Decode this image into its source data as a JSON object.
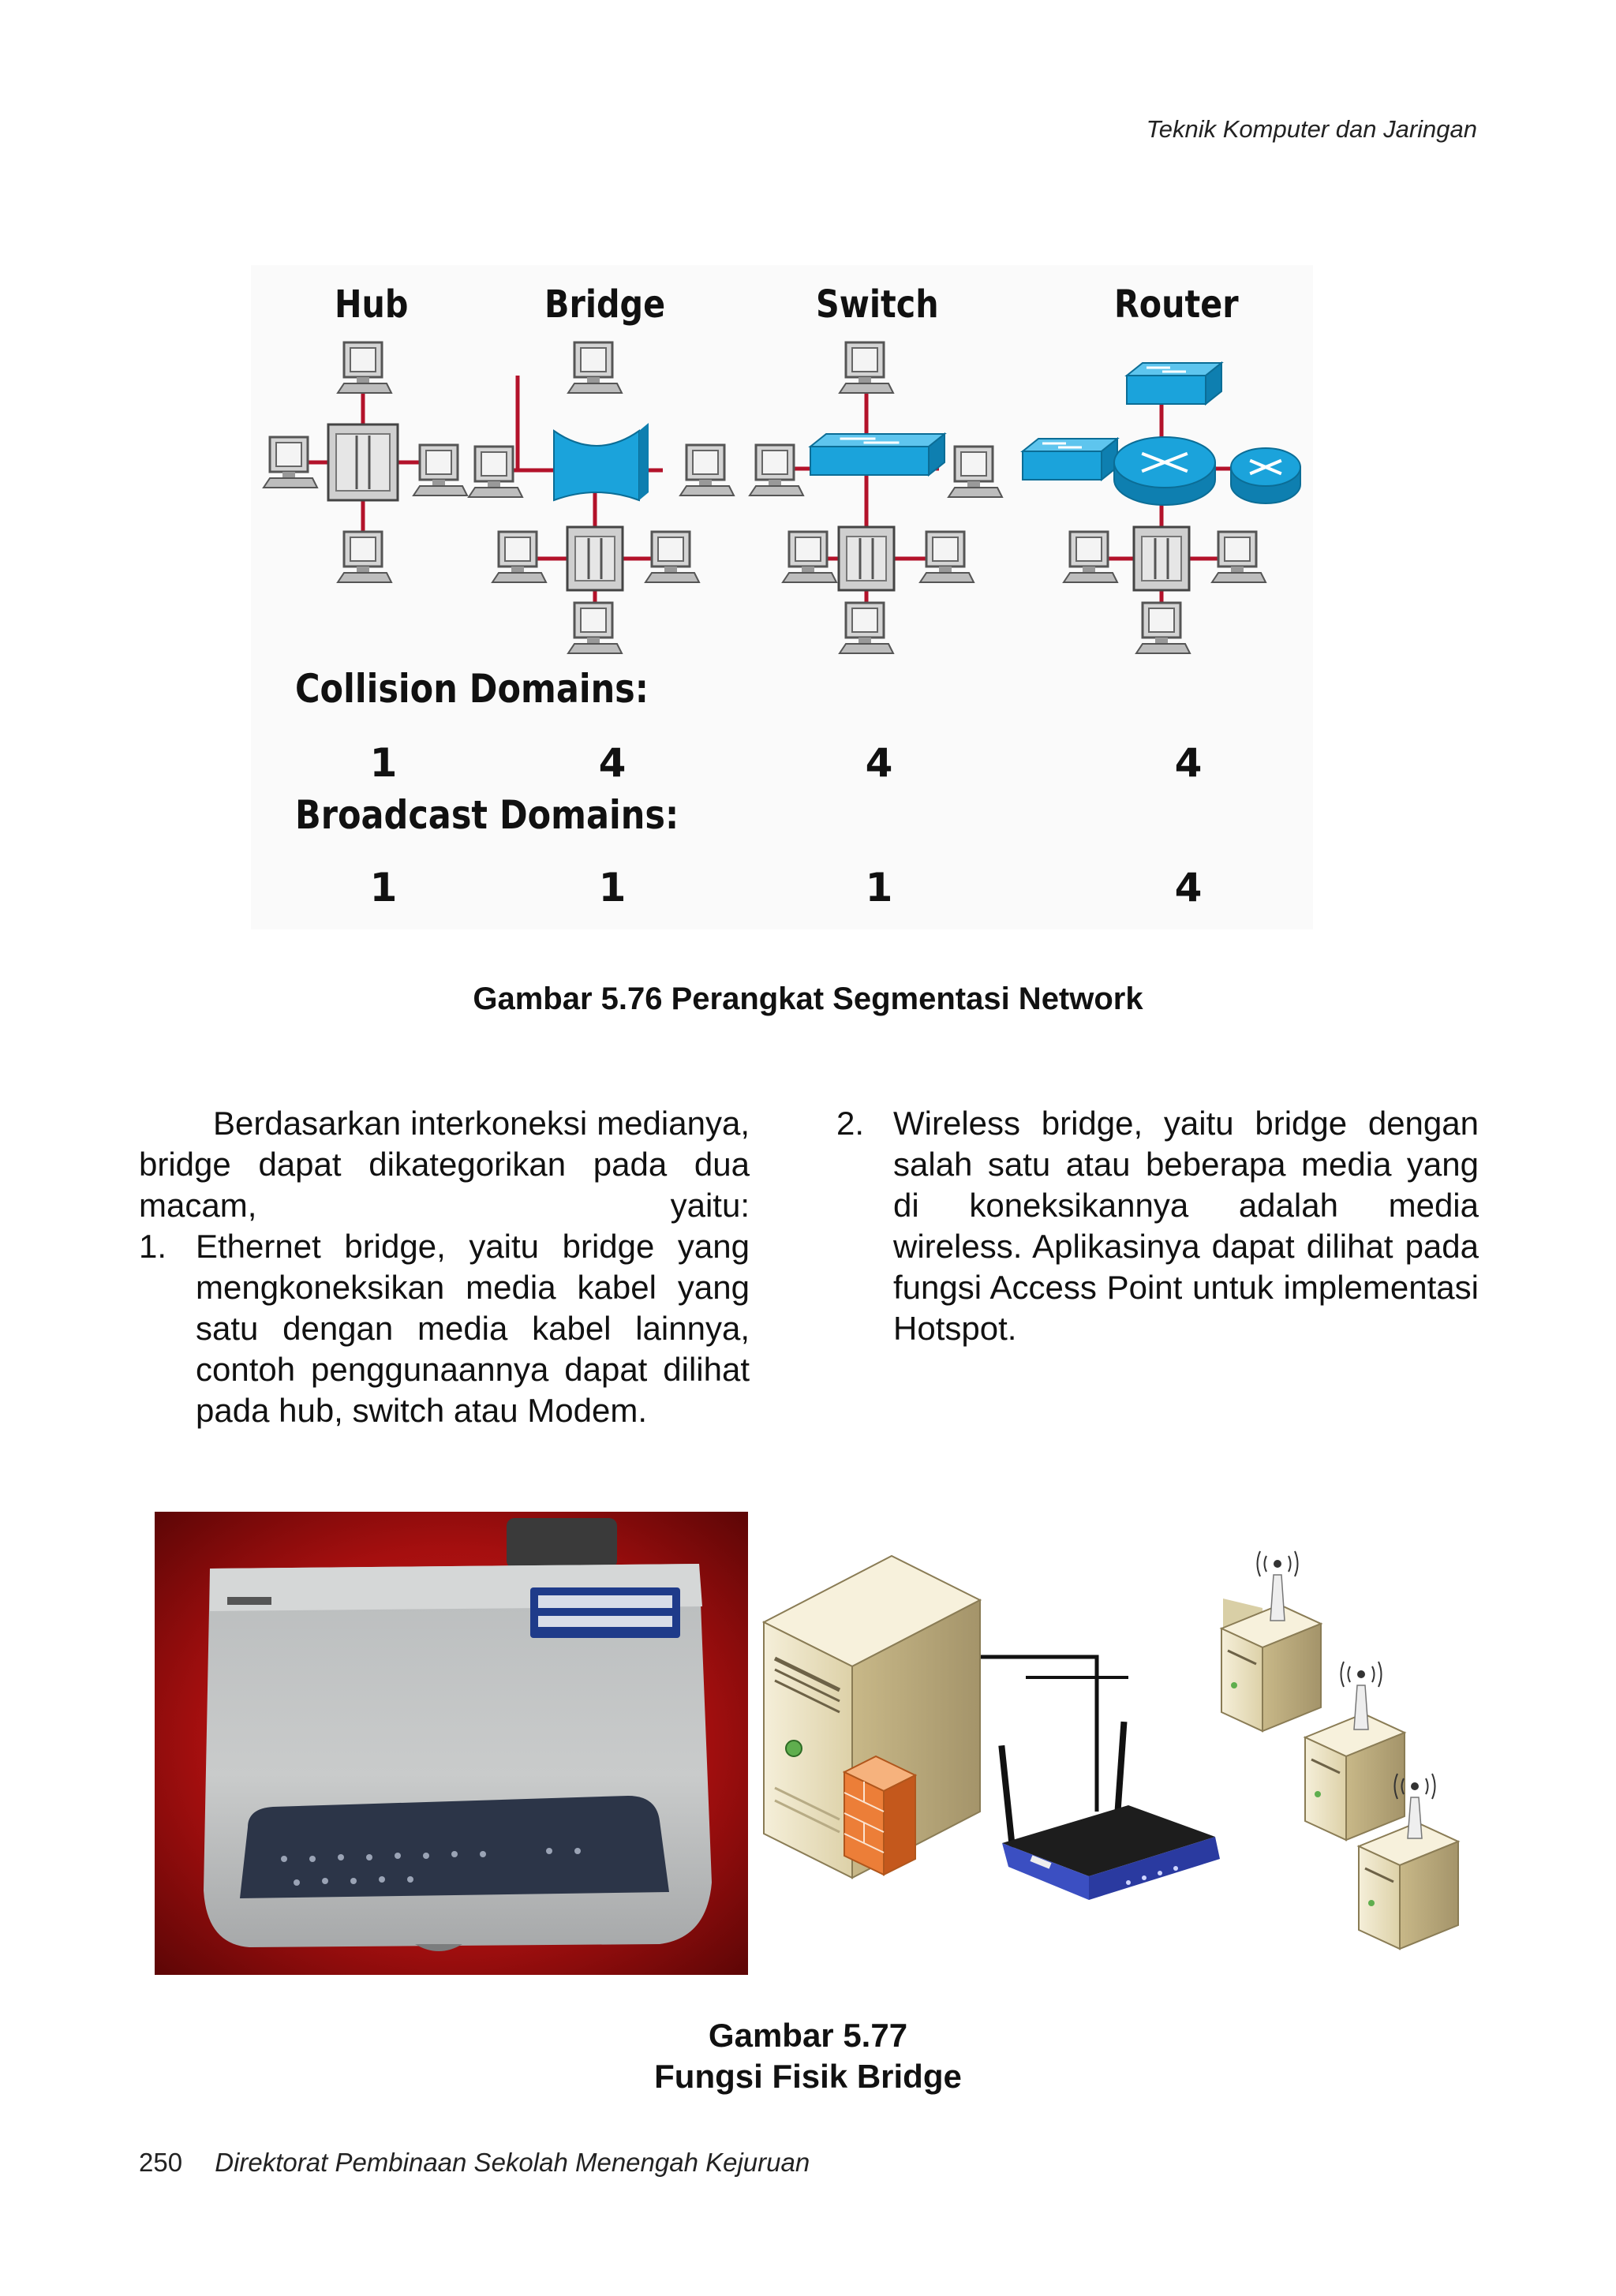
{
  "header": {
    "running_title": "Teknik Komputer dan Jaringan"
  },
  "figure_76": {
    "device_types": [
      "Hub",
      "Bridge",
      "Switch",
      "Router"
    ],
    "collision_heading": "Collision Domains:",
    "collision_values": [
      "1",
      "4",
      "4",
      "4"
    ],
    "broadcast_heading": "Broadcast Domains:",
    "broadcast_values": [
      "1",
      "1",
      "1",
      "4"
    ],
    "caption": "Gambar 5.76 Perangkat Segmentasi Network",
    "colors": {
      "link": "#b3122a",
      "device_blue": "#1ba3db",
      "computer": "#8c8c8c"
    }
  },
  "body": {
    "intro": "Berdasarkan interkoneksi medianya, bridge dapat dikategorikan pada dua macam, yaitu:",
    "list": [
      {
        "number": "1.",
        "text": "Ethernet bridge, yaitu bridge yang mengkoneksikan media kabel yang satu dengan media kabel lainnya, contoh penggunaannya dapat dilihat pada hub, switch atau Modem."
      },
      {
        "number": "2.",
        "text": "Wireless bridge, yaitu bridge dengan salah satu atau beberapa media yang di koneksikannya adalah media wireless. Aplikasinya dapat dilihat pada fungsi Access Point untuk implementasi Hotspot."
      }
    ]
  },
  "figure_77": {
    "caption_line1": "Gambar 5.77",
    "caption_line2": "Fungsi Fisik Bridge",
    "colors": {
      "photo_background": "#8a0c0c",
      "router_blue": "#2f3fa8",
      "server_beige": "#efe6c8"
    }
  },
  "footer": {
    "page_number": "250",
    "publisher": "Direktorat Pembinaan Sekolah Menengah Kejuruan"
  }
}
